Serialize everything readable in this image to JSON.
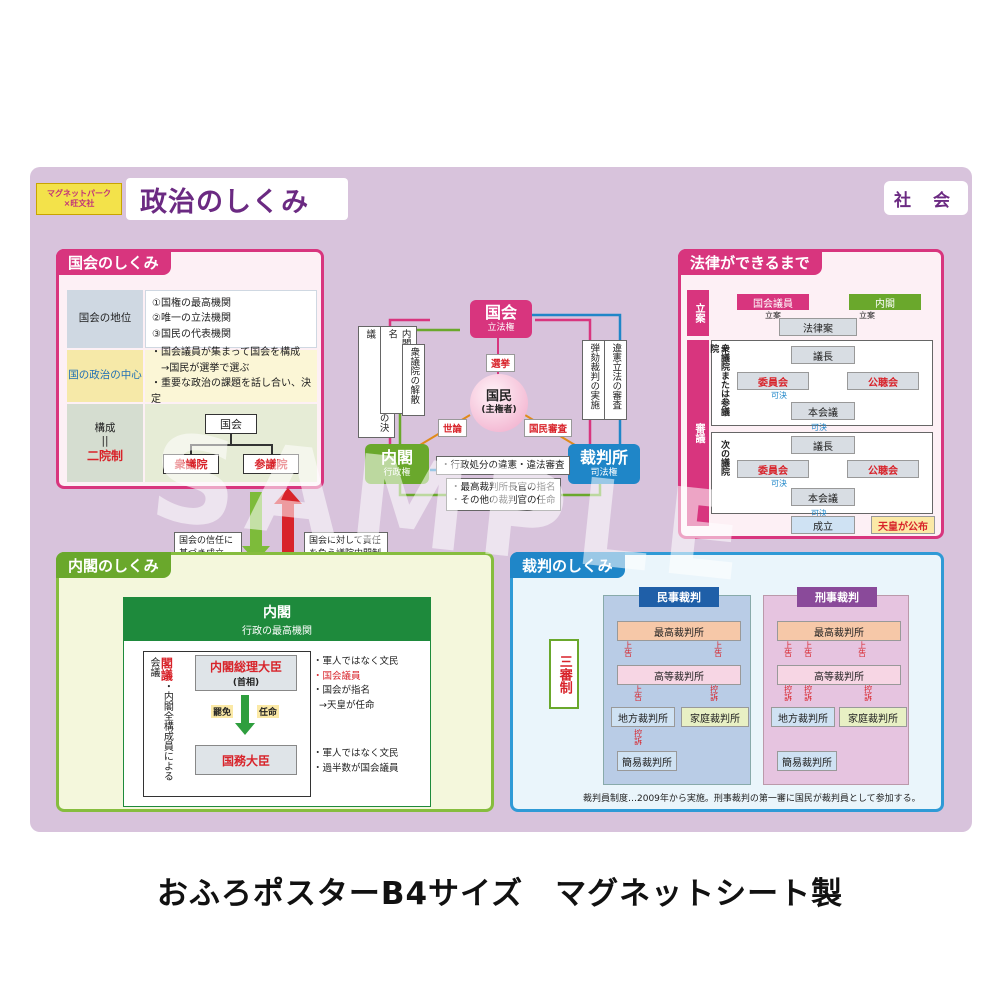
{
  "brand": {
    "line1": "マグネットパーク",
    "line2": "×旺文社"
  },
  "title": "政治のしくみ",
  "subject": "社 会",
  "watermark": "SAMPLE",
  "kokkai": {
    "title": "国会のしくみ",
    "status_label": "国会の地位",
    "status_items": [
      "①国権の最高機関",
      "②唯一の立法機関",
      "③国民の代表機関"
    ],
    "center_label": "国の政治の中心",
    "center_items": [
      "・国会議員が集まって国会を構成",
      "→国民が選挙で選ぶ",
      "・重要な政治の課題を話し合い、決定"
    ],
    "structure_label": "構成",
    "structure_eq": "||",
    "structure_value": "二院制",
    "tree_top": "国会",
    "tree_left": "衆議院",
    "tree_right": "参議院"
  },
  "center": {
    "kokkai": "国会",
    "kokkai_sub": "立法権",
    "naikaku": "内閣",
    "naikaku_sub": "行政権",
    "saiban": "裁判所",
    "saiban_sub": "司法権",
    "kokumin": "国民",
    "kokumin_sub": "(主権者)",
    "senkyo": "選挙",
    "seron": "世論",
    "shinsa": "国民審査",
    "left_note_1": "内閣総理大臣の指名",
    "left_note_2": "衆議院↓内閣不信任の決議",
    "left_note_3": "衆議院の解散",
    "right_note_1": "違憲立法の審査",
    "right_note_2": "弾劾裁判の実施",
    "mid_note": "・行政処分の違憲・違法審査",
    "bottom_note_1": "・最高裁判所長官の指名",
    "bottom_note_2": "・その他の裁判官の任命",
    "trust_note": "国会の信任に基づき成立",
    "resp_note": "国会に対して責任を負う議院内閣制"
  },
  "hou": {
    "title": "法律ができるまで",
    "side_1": "立案",
    "side_2": "審議",
    "house_1": "衆議院または参議院",
    "house_2": "次の議院",
    "proposer_1": "国会議員",
    "proposer_2": "内閣",
    "teian_1": "立案",
    "teian_2": "立案",
    "bill": "法律案",
    "chair": "議長",
    "committee": "委員会",
    "hearing": "公聴会",
    "kaketsu": "可決",
    "plenary": "本会議",
    "passed": "成立",
    "emperor": "天皇が公布"
  },
  "naikaku": {
    "title": "内閣のしくみ",
    "head": "内閣",
    "head_sub": "行政の最高機関",
    "cabinet_meeting": "閣議",
    "cabinet_meeting_note": "・内閣全構成員による会議",
    "pm": "内閣総理大臣",
    "pm_sub": "(首相)",
    "pm_notes": [
      "・軍人ではなく文民",
      "・国会議員",
      "・国会が指名",
      "→天皇が任命"
    ],
    "dismiss": "罷免",
    "appoint": "任命",
    "ministers": "国務大臣",
    "minister_notes": [
      "・軍人ではなく文民",
      "・過半数が国会議員"
    ]
  },
  "saiban": {
    "title": "裁判のしくみ",
    "three_tier": "三審制",
    "civil": "民事裁判",
    "criminal": "刑事裁判",
    "supreme": "最高裁判所",
    "high": "高等裁判所",
    "district": "地方裁判所",
    "family": "家庭裁判所",
    "summary": "簡易裁判所",
    "jokoku": "上告",
    "koso": "控訴",
    "jury_note": "裁判員制度…2009年から実施。刑事裁判の第一審に国民が裁判員として参加する。"
  },
  "footer": "おふろポスターB4サイズ　マグネットシート製",
  "colors": {
    "pink": "#d8357e",
    "green": "#6aa82c",
    "blue": "#1f86c8",
    "board": "#d8c3dc",
    "purple": "#6b2a82"
  }
}
